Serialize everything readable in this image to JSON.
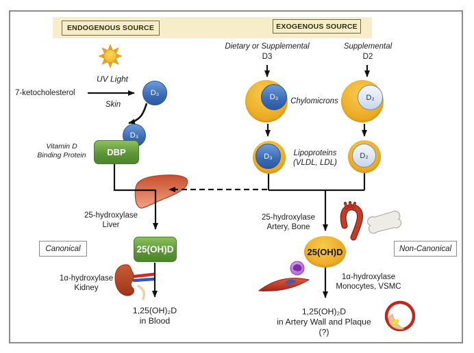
{
  "banner": {
    "endogenous": "ENDOGENOUS SOURCE",
    "exogenous": "EXOGENOUS SOURCE"
  },
  "endogenous": {
    "substrate": "7-ketocholesterol",
    "uv_light": "UV Light",
    "skin": "Skin",
    "d3": "D₃",
    "dbp": "DBP",
    "dbp_full": "Vitamin D\nBinding Protein"
  },
  "exogenous": {
    "col_d3_title": "Dietary or Supplemental",
    "col_d3_sub": "D3",
    "col_d2_title": "Supplemental",
    "col_d2_sub": "D2",
    "d3": "D₃",
    "d2": "D₂",
    "chylomicrons": "Chylomicrons",
    "lipoproteins": "Lipoproteins\n(VLDL, LDL)"
  },
  "canonical": {
    "tag": "Canonical",
    "enzyme_liver": "25-hydroxylase\nLiver",
    "metabolite": "25(OH)D",
    "enzyme_kidney": "1α-hydroxylase\nKidney",
    "product": "1,25(OH)₂D\nin Blood"
  },
  "noncanonical": {
    "tag": "Non-Canonical",
    "enzyme_artery_bone": "25-hydroxylase\nArtery, Bone",
    "metabolite": "25(OH)D",
    "enzyme_monocytes": "1α-hydroxylase\nMonocytes, VSMC",
    "product": "1,25(OH)₂D\nin Artery Wall and Plaque\n(?)"
  },
  "icons": [
    "sun-icon",
    "liver-icon",
    "kidney-icon",
    "aorta-icon",
    "bone-icon",
    "monocyte-icon",
    "vsmc-cell-icon",
    "plaque-artery-icon"
  ],
  "colors": {
    "banner_bg": "#f8edc9",
    "header_border": "#6e6847",
    "yellow": "#eeb02a",
    "blue": "#3a6cb5",
    "light_blue": "#dde7f5",
    "green": "#5d9638",
    "line": "#111111",
    "liver_red": "#cc5130",
    "kidney_red": "#b5452a",
    "purple": "#b168d8"
  }
}
